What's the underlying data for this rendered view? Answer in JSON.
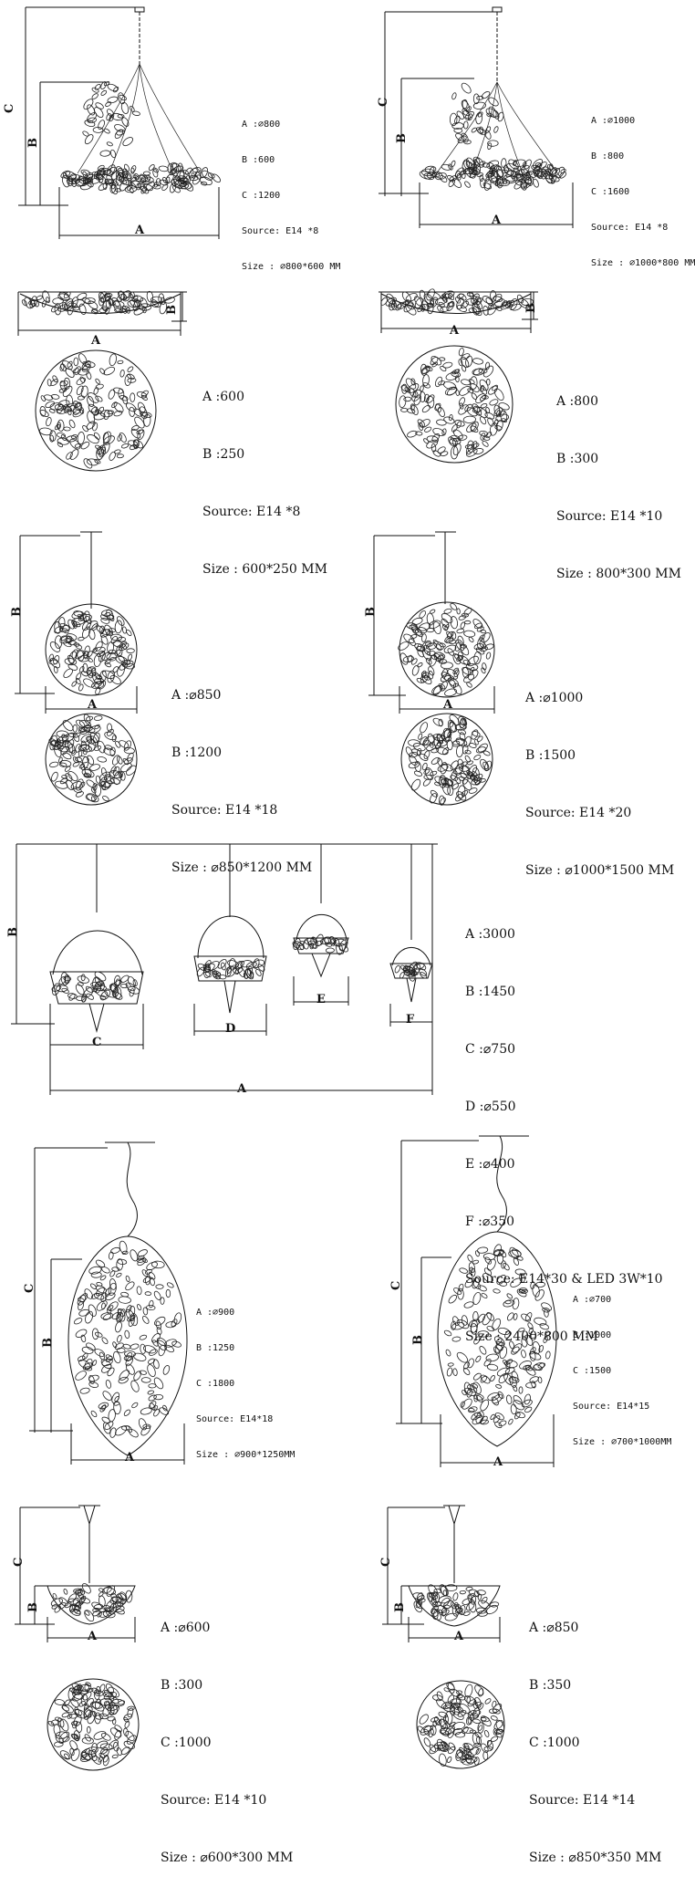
{
  "products": [
    {
      "specs": [
        "A :⌀800",
        "B :600",
        "C :1200",
        "Source: E14 *8",
        "Size : ⌀800*600 MM"
      ]
    },
    {
      "specs": [
        "A :⌀1000",
        "B :800",
        "C :1600",
        "Source: E14 *8",
        "Size : ⌀1000*800 MM"
      ]
    },
    {
      "specs": [
        "A :600",
        "B :250",
        "Source: E14 *8",
        "Size : 600*250 MM"
      ]
    },
    {
      "specs": [
        "A :800",
        "B :300",
        "Source: E14 *10",
        "Size : 800*300 MM"
      ]
    },
    {
      "specs": [
        "A :⌀850",
        "B :1200",
        "Source: E14 *18",
        "Size : ⌀850*1200 MM"
      ]
    },
    {
      "specs": [
        "A :⌀1000",
        "B :1500",
        "Source: E14 *20",
        "Size : ⌀1000*1500 MM"
      ]
    },
    {
      "specs": [
        "A :3000",
        "B :1450",
        "C :⌀750",
        "D :⌀550",
        "E :⌀400",
        "F :⌀350",
        "Source: E14*30 & LED 3W*10",
        "Size : 2400*800 MM"
      ]
    },
    {
      "specs": [
        "A :⌀900",
        "B :1250",
        "C :1800",
        "Source: E14*18",
        "Size : ⌀900*1250MM"
      ]
    },
    {
      "specs": [
        "A :⌀700",
        "B :1000",
        "C :1500",
        "Source: E14*15",
        "Size : ⌀700*1000MM"
      ]
    },
    {
      "specs": [
        "A :⌀600",
        "B :300",
        "C :1000",
        "Source: E14 *10",
        "Size : ⌀600*300 MM"
      ]
    },
    {
      "specs": [
        "A :⌀850",
        "B :350",
        "C :1000",
        "Source: E14 *14",
        "Size : ⌀850*350 MM"
      ]
    }
  ],
  "dimension_letters": {
    "a": "A",
    "b": "B",
    "c": "C",
    "d": "D",
    "e": "E",
    "f": "F"
  }
}
